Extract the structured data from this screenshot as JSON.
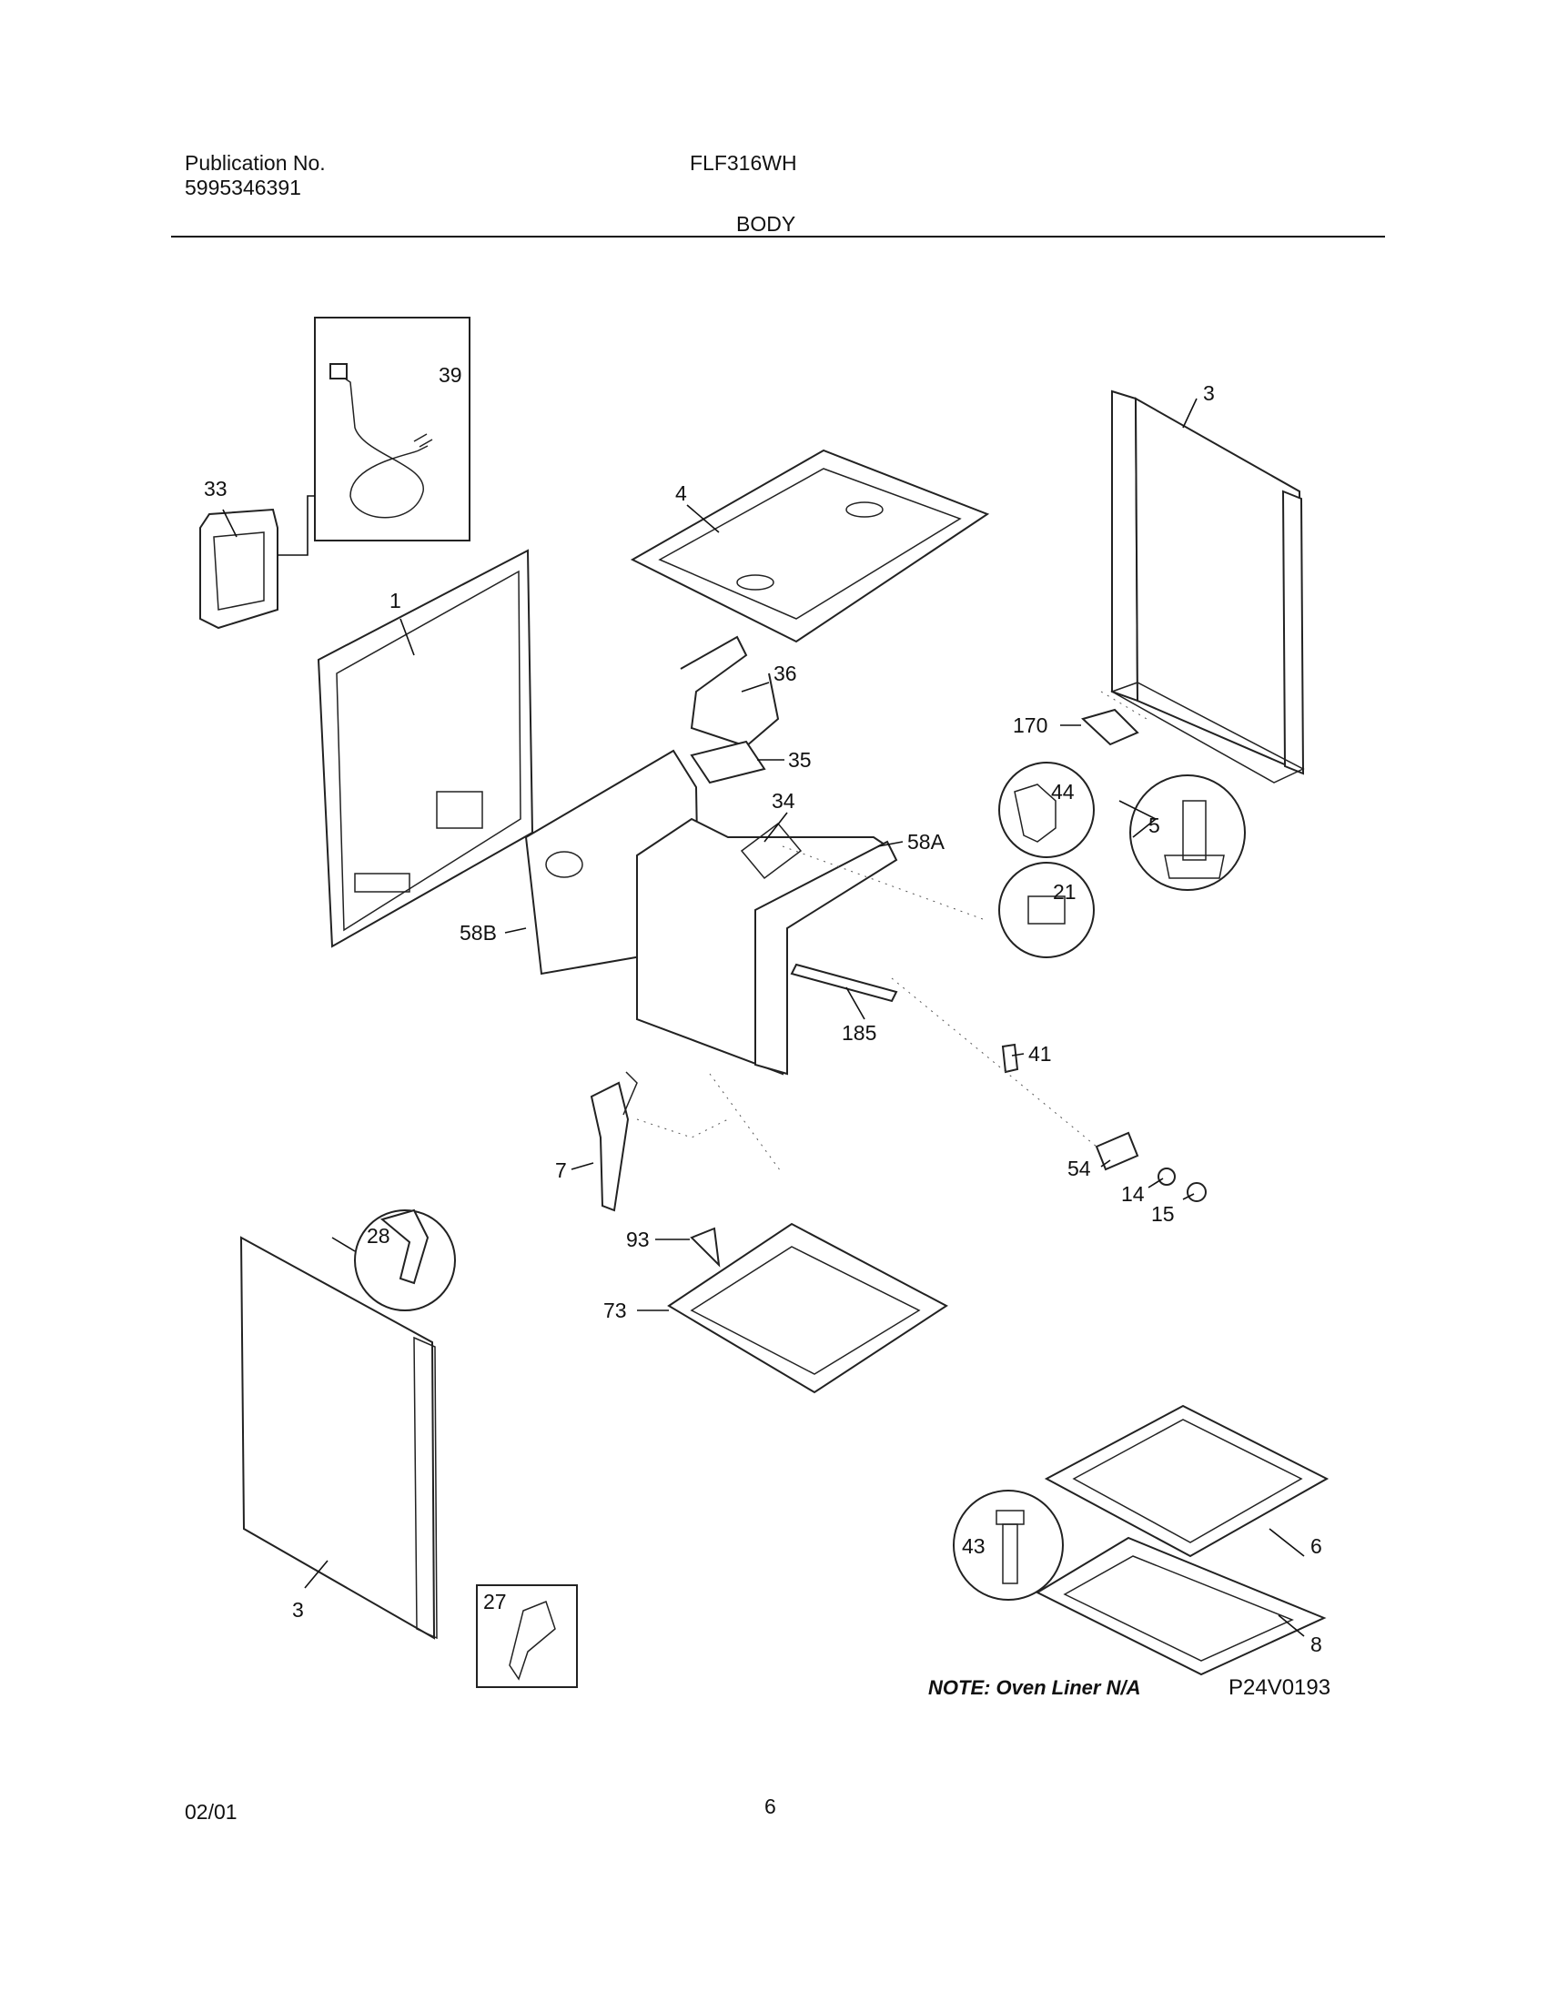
{
  "header": {
    "publication_label": "Publication No.",
    "publication_number": "5995346391",
    "model": "FLF316WH",
    "section": "BODY"
  },
  "callouts": [
    "39",
    "33",
    "1",
    "4",
    "3",
    "36",
    "35",
    "34",
    "58A",
    "170",
    "44",
    "5",
    "21",
    "58B",
    "185",
    "41",
    "7",
    "54",
    "14",
    "15",
    "93",
    "73",
    "28",
    "6",
    "43",
    "3",
    "27",
    "8"
  ],
  "note": "NOTE: Oven Liner N/A",
  "diagram_code": "P24V0193",
  "footer": {
    "date": "02/01",
    "page": "6"
  }
}
